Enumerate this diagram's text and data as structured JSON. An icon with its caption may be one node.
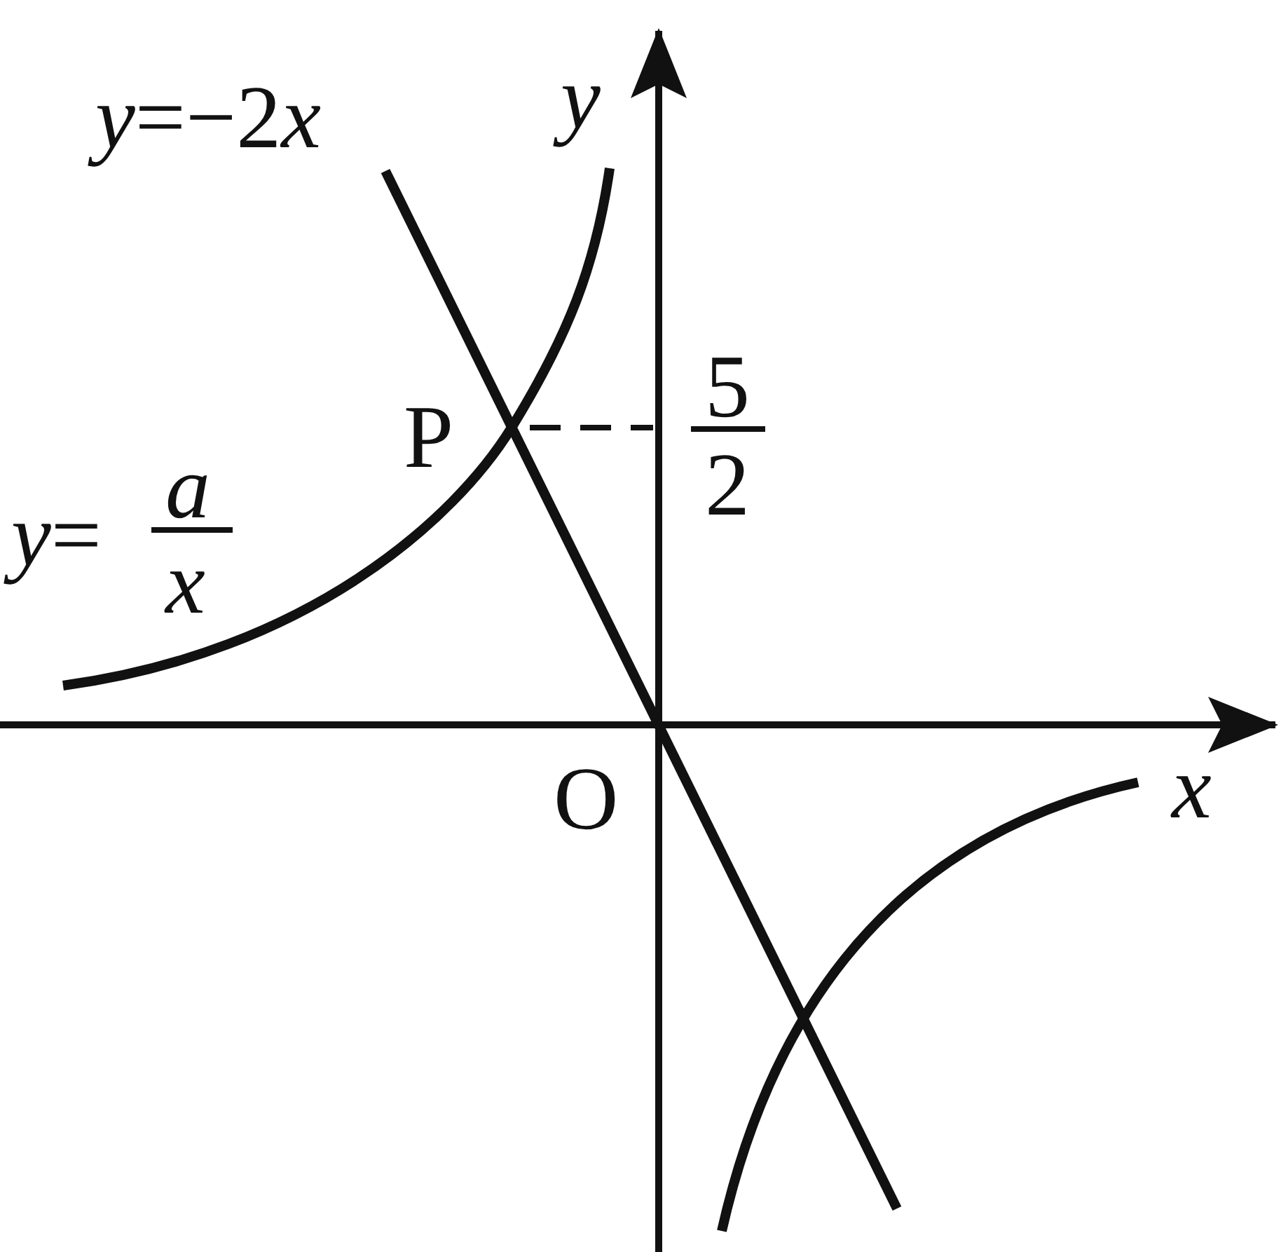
{
  "diagram": {
    "labels": [
      "y=−2x",
      "y",
      "P",
      "5",
      "2",
      "y=",
      "a",
      "x",
      "O",
      "x"
    ]
  }
}
